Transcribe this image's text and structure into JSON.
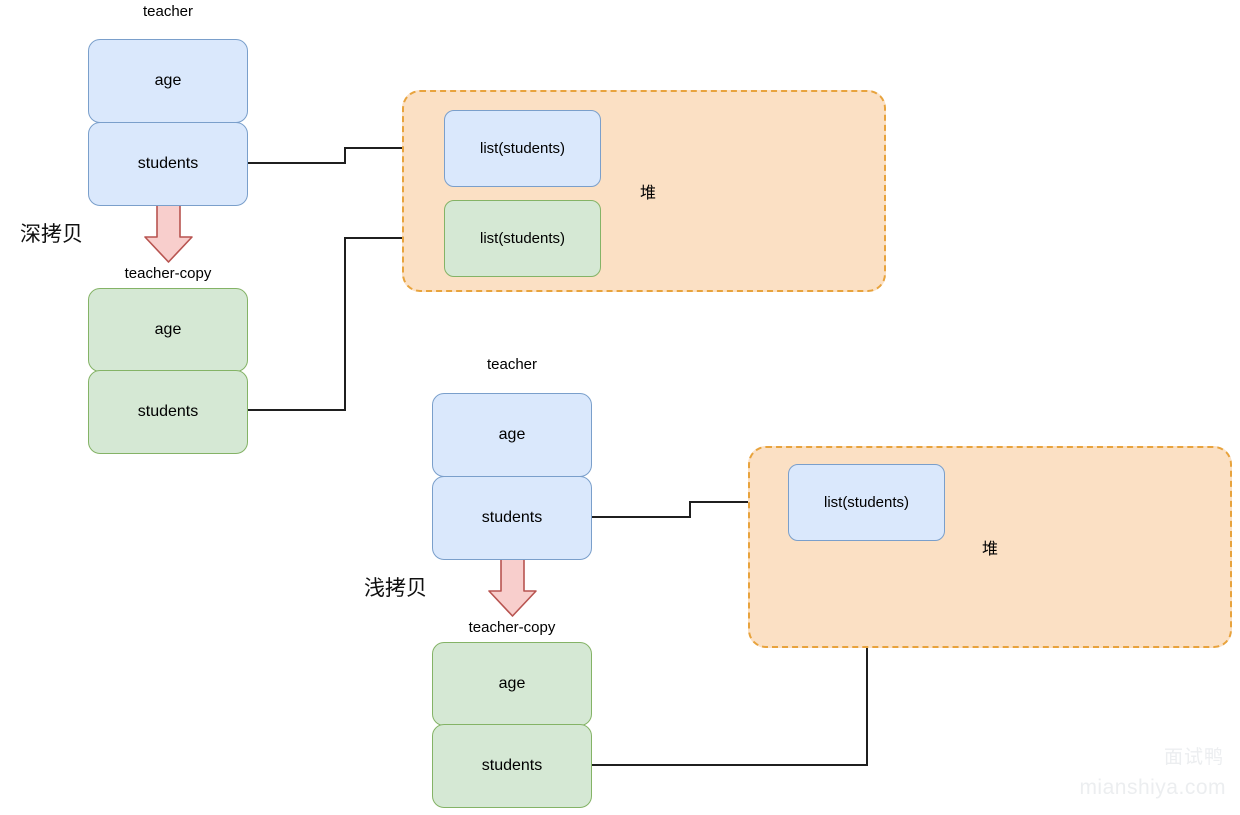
{
  "diagram": {
    "title_cn_deep": "深拷贝",
    "title_cn_shallow": "浅拷贝",
    "heap_label": "堆",
    "colors": {
      "blue_fill": "#dae8fc",
      "blue_stroke": "#7a9fcb",
      "green_fill": "#d5e8d4",
      "green_stroke": "#84b366",
      "heap_fill": "#fbe0c4",
      "heap_stroke": "#e8a33d",
      "arrow_fill": "#f8cecc",
      "arrow_stroke": "#b85450",
      "connector": "#1f1f1f",
      "watermark": "#eceef0"
    }
  },
  "deep_copy": {
    "section_label": "深拷贝",
    "source_object": {
      "caption": "teacher",
      "fields": [
        {
          "label": "age"
        },
        {
          "label": "students"
        }
      ]
    },
    "copy_object": {
      "caption": "teacher-copy",
      "fields": [
        {
          "label": "age"
        },
        {
          "label": "students"
        }
      ]
    },
    "heap": {
      "label": "堆",
      "objects": [
        {
          "label": "list(students)",
          "color": "blue"
        },
        {
          "label": "list(students)",
          "color": "green"
        }
      ]
    }
  },
  "shallow_copy": {
    "section_label": "浅拷贝",
    "source_object": {
      "caption": "teacher",
      "fields": [
        {
          "label": "age"
        },
        {
          "label": "students"
        }
      ]
    },
    "copy_object": {
      "caption": "teacher-copy",
      "fields": [
        {
          "label": "age"
        },
        {
          "label": "students"
        }
      ]
    },
    "heap": {
      "label": "堆",
      "objects": [
        {
          "label": "list(students)",
          "color": "blue"
        }
      ]
    }
  },
  "watermark": {
    "brand_cn": "面试鸭",
    "site": "mianshiya.com"
  }
}
